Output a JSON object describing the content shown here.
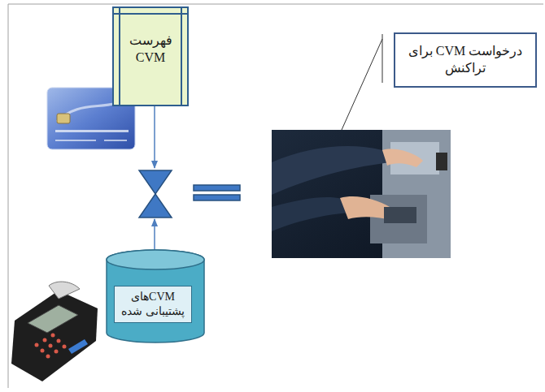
{
  "diagram": {
    "nodes": [
      {
        "text": [
          "فهرست CVM"
        ]
      },
      {
        "text": [
          "درخواست CVM برای تراکنش"
        ]
      },
      {
        "text": [
          "CVMهای پشتیبانی شده"
        ]
      }
    ]
  }
}
